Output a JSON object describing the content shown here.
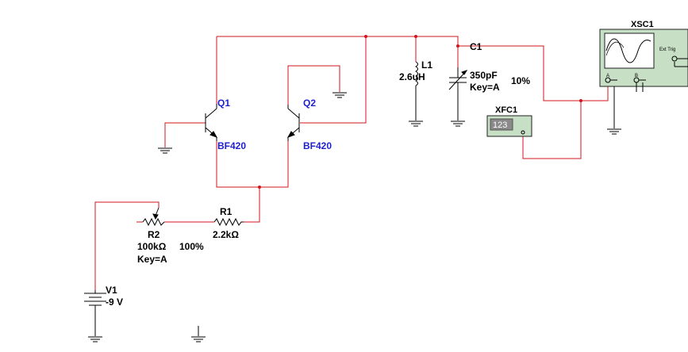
{
  "colors": {
    "wire": "#d0141c",
    "component": "#000000",
    "label_blue": "#1f1fd0",
    "instrument_fill": "#c7dfc4",
    "instrument_border": "#1f1f1f"
  },
  "components": {
    "q1": {
      "ref": "Q1",
      "model": "BF420"
    },
    "q2": {
      "ref": "Q2",
      "model": "BF420"
    },
    "l1": {
      "ref": "L1",
      "value": "2.6uH"
    },
    "c1": {
      "ref": "C1",
      "value": "350pF",
      "key": "Key=A",
      "setting": "10%"
    },
    "r1": {
      "ref": "R1",
      "value": "2.2kΩ"
    },
    "r2": {
      "ref": "R2",
      "value": "100kΩ",
      "setting": "100%",
      "key": "Key=A"
    },
    "v1": {
      "ref": "V1",
      "value": "-9 V"
    }
  },
  "instruments": {
    "xsc1": {
      "ref": "XSC1",
      "ext_trig": "Ext Trig",
      "channel_a": "A",
      "channel_b": "B",
      "icon": "sine-wave-icon"
    },
    "xfc1": {
      "ref": "XFC1",
      "display": "123"
    }
  }
}
